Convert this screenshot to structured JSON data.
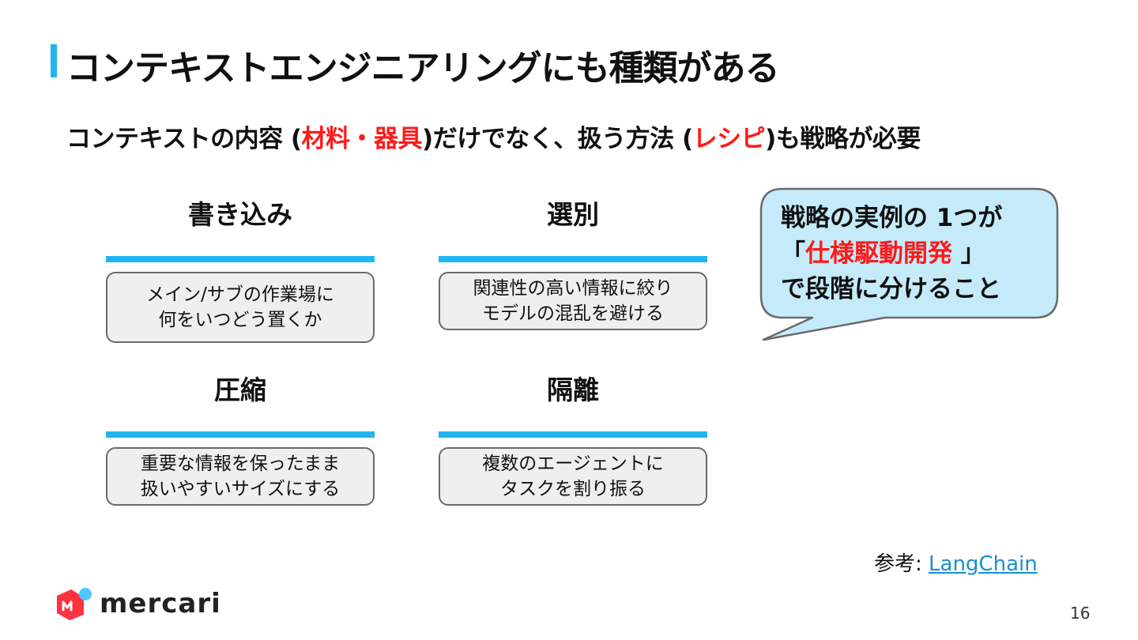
{
  "slide": {
    "title": "コンテキストエンジニアリングにも種類がある",
    "subtitle": {
      "part1": "コンテキストの内容 (",
      "highlight1": "材料・器具",
      "part2": ")だけでなく、扱う方法 (",
      "highlight2": "レシピ",
      "part3": ")も戦略が必要"
    },
    "categories": [
      {
        "title": "書き込み",
        "lines": [
          "メイン/サブの作業場に",
          "何をいつどう置くか"
        ]
      },
      {
        "title": "選別",
        "lines": [
          "関連性の高い情報に絞り",
          "モデルの混乱を避ける"
        ]
      },
      {
        "title": "圧縮",
        "lines": [
          "重要な情報を保ったまま",
          "扱いやすいサイズにする"
        ]
      },
      {
        "title": "隔離",
        "lines": [
          "複数のエージェントに",
          "タスクを割り振る"
        ]
      }
    ],
    "callout": {
      "line1": "戦略の実例の 1つが",
      "line2_open": "「",
      "line2_highlight": "仕様駆動開発",
      "line2_close": " 」",
      "line3": "で段階に分けること"
    },
    "reference": {
      "label": "参考: ",
      "link_text": "LangChain"
    },
    "logo_text": "mercari",
    "page_number": "16"
  },
  "colors": {
    "accent": "#21b5f0",
    "highlight": "#ff1a1a",
    "bubble_fill": "#c5ebfb",
    "logo_red": "#ff333f",
    "logo_blue": "#4dc9ff"
  }
}
